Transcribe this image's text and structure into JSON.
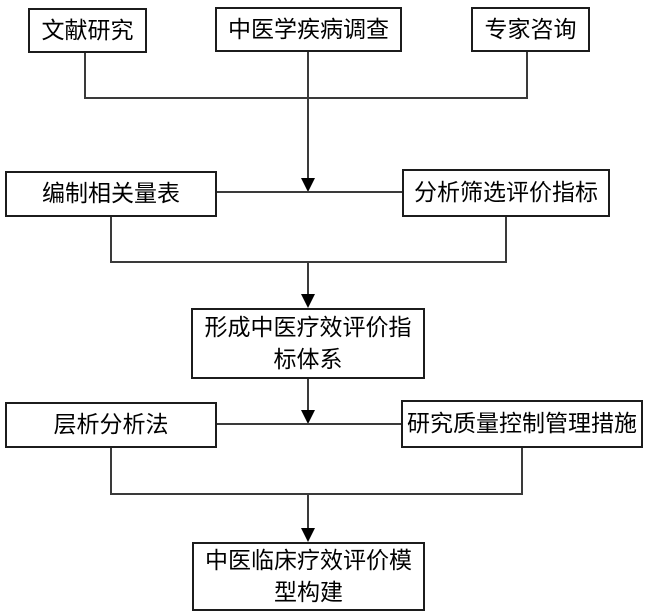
{
  "diagram": {
    "type": "flowchart",
    "colors": {
      "background": "#ffffff",
      "node_border": "#1c1c1c",
      "connector_line": "#3a3a3a",
      "arrowhead": "#000000",
      "text": "#000000"
    },
    "nodes": {
      "literature_research": {
        "label": "文献研究"
      },
      "tcm_disease_survey": {
        "label": "中医学疾病调查"
      },
      "expert_consultation": {
        "label": "专家咨询"
      },
      "compile_scales": {
        "label": "编制相关量表"
      },
      "screen_indicators": {
        "label": "分析筛选评价指标"
      },
      "indicator_system": {
        "label": "形成中医疗效评价指标体系",
        "line1": "形成中医疗效评价指",
        "line2": "标体系"
      },
      "layer_analysis_method": {
        "label": "层析分析法"
      },
      "quality_control_measures": {
        "label": "研究质量控制管理措施"
      },
      "model_construction": {
        "label": "中医临床疗效评价模型构建",
        "line1": "中医临床疗效评价模",
        "line2": "型构建"
      }
    },
    "edges": [
      {
        "from": [
          "literature_research",
          "tcm_disease_survey",
          "expert_consultation"
        ],
        "to": [
          "compile_scales",
          "screen_indicators"
        ],
        "arrow": "down"
      },
      {
        "from": [
          "compile_scales",
          "screen_indicators"
        ],
        "to": [
          "indicator_system"
        ],
        "arrow": "down"
      },
      {
        "from": [
          "indicator_system"
        ],
        "to": [
          "layer_analysis_method",
          "quality_control_measures"
        ],
        "arrow": "down"
      },
      {
        "from": [
          "layer_analysis_method",
          "quality_control_measures"
        ],
        "to": [
          "model_construction"
        ],
        "arrow": "down"
      }
    ]
  }
}
